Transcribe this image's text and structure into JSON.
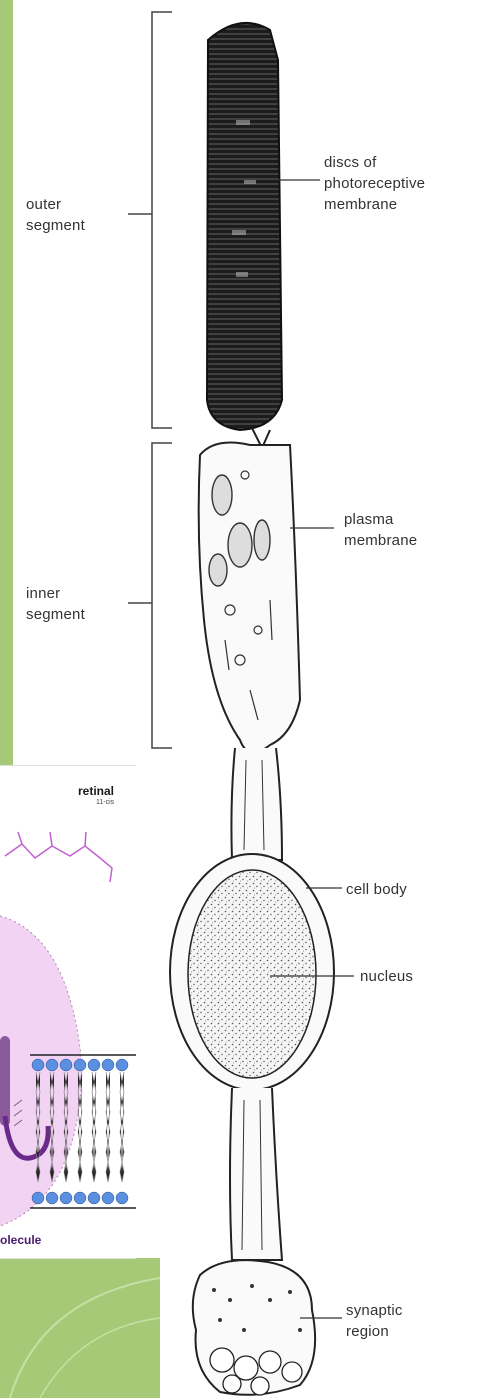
{
  "labels": {
    "outer_segment": [
      "outer",
      "segment"
    ],
    "inner_segment": [
      "inner",
      "segment"
    ],
    "discs": [
      "discs of",
      "photoreceptive",
      "membrane"
    ],
    "plasma_membrane": [
      "plasma",
      "membrane"
    ],
    "cell_body": "cell body",
    "nucleus": "nucleus",
    "synaptic_region": [
      "synaptic",
      "region"
    ]
  },
  "inset": {
    "retinal_label": "retinal",
    "isomer_label": "11-cis",
    "caption_fragment": "olecule"
  },
  "colors": {
    "side_strip": "#a6c978",
    "membrane_blue": "#5b8fe0",
    "molecule_purple": "#c060d0",
    "inset_pink": "#f3d3f3"
  }
}
